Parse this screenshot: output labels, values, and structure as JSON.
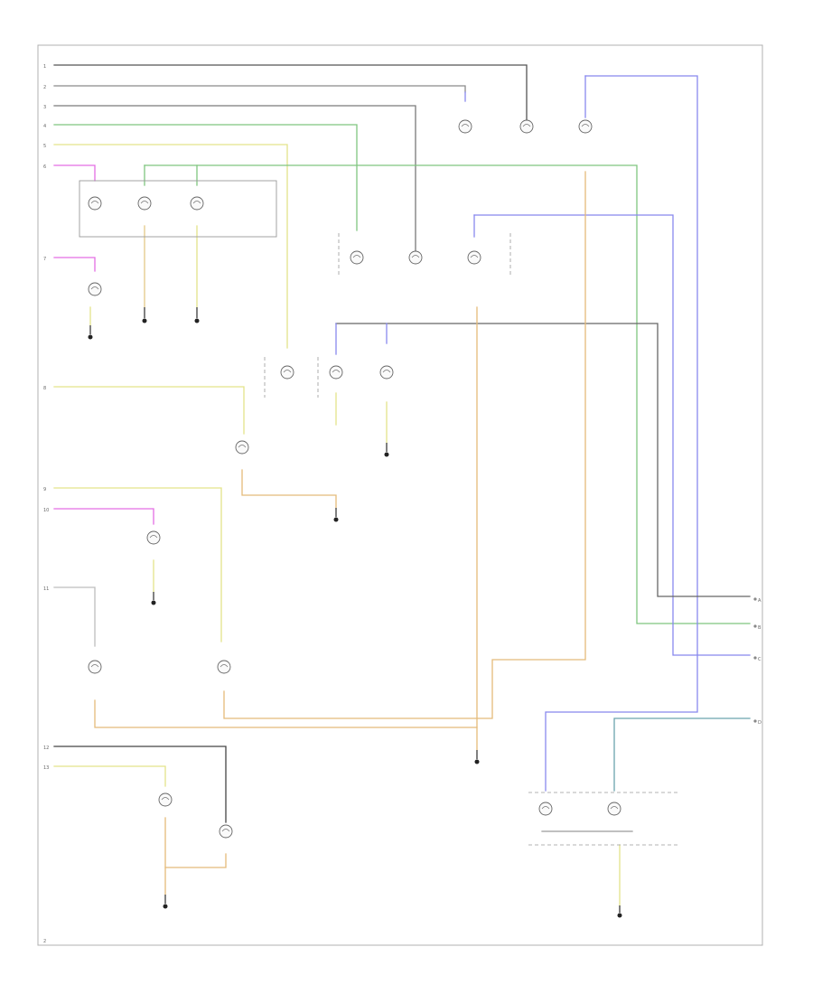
{
  "colors": {
    "black_yellow": "#555555",
    "blue": "#8888ee",
    "white_black": "#7a7a7a",
    "green": "#7fc57f",
    "yellow": "#e3e38a",
    "pink": "#e36ee3",
    "orange": "#e4bb7a",
    "teal": "#6aa3ae",
    "grey": "#bdbdbd",
    "frame": "#b0b0b0"
  },
  "left_pins": [
    "1",
    "2",
    "3",
    "4",
    "5",
    "6",
    "7",
    "8",
    "9",
    "10",
    "11",
    "12",
    "13"
  ],
  "right_pins": [
    "A",
    "B",
    "C",
    "D"
  ],
  "lamp_icon": "bulb-icon",
  "ground_icon": "ground-icon",
  "page_ref": "2"
}
